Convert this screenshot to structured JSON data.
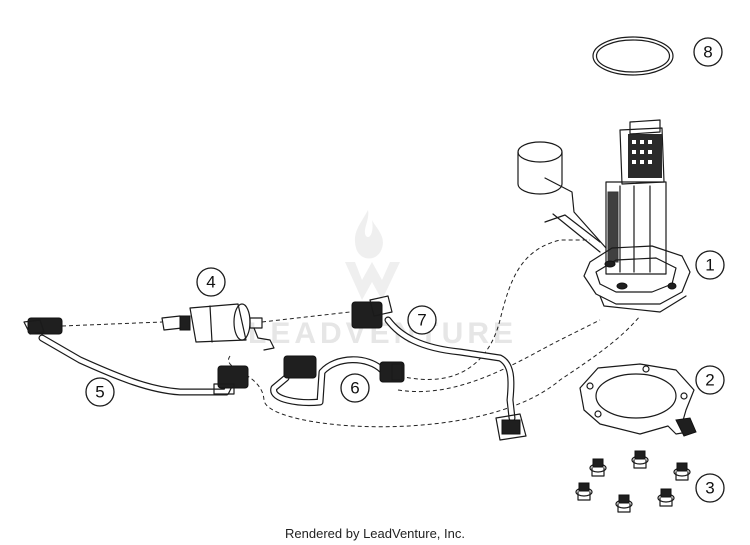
{
  "watermark": {
    "text": "LEADVENTURE"
  },
  "footer": {
    "text": "Rendered by LeadVenture, Inc."
  },
  "callouts": [
    {
      "id": "1",
      "label": "1"
    },
    {
      "id": "2",
      "label": "2"
    },
    {
      "id": "3",
      "label": "3"
    },
    {
      "id": "4",
      "label": "4"
    },
    {
      "id": "5",
      "label": "5"
    },
    {
      "id": "6",
      "label": "6"
    },
    {
      "id": "7",
      "label": "7"
    },
    {
      "id": "8",
      "label": "8"
    }
  ]
}
